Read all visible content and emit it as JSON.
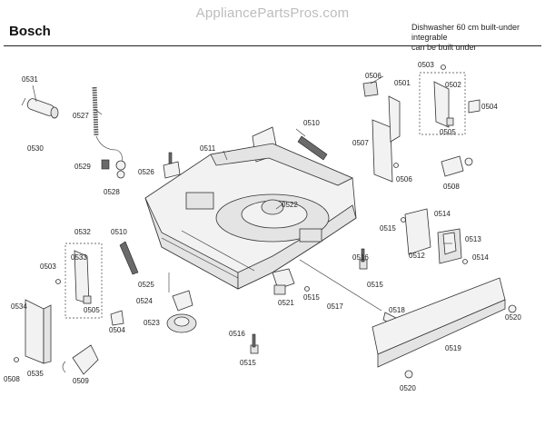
{
  "watermark": "AppliancePartsPros.com",
  "header": {
    "brand": "Bosch",
    "description_line1": "Dishwasher 60 cm built-under integrable",
    "description_line2": "can be built under"
  },
  "part_labels": {
    "p0501": "0501",
    "p0502": "0502",
    "p0503": "0503",
    "p0503b": "0503",
    "p0504": "0504",
    "p0504b": "0504",
    "p0505": "0505",
    "p0505b": "0505",
    "p0506": "0506",
    "p0506b": "0506",
    "p0507": "0507",
    "p0508": "0508",
    "p0508b": "0508",
    "p0509": "0509",
    "p0510": "0510",
    "p0510b": "0510",
    "p0511": "0511",
    "p0512": "0512",
    "p0513": "0513",
    "p0514": "0514",
    "p0514b": "0514",
    "p0515": "0515",
    "p0515b": "0515",
    "p0515c": "0515",
    "p0515d": "0515",
    "p0516": "0516",
    "p0516b": "0516",
    "p0517": "0517",
    "p0518": "0518",
    "p0519": "0519",
    "p0520": "0520",
    "p0520b": "0520",
    "p0521": "0521",
    "p0522": "0522",
    "p0523": "0523",
    "p0524": "0524",
    "p0525": "0525",
    "p0526": "0526",
    "p0527": "0527",
    "p0528": "0528",
    "p0529": "0529",
    "p0530": "0530",
    "p0531": "0531",
    "p0532": "0532",
    "p0533": "0533",
    "p0534": "0534",
    "p0535": "0535"
  }
}
